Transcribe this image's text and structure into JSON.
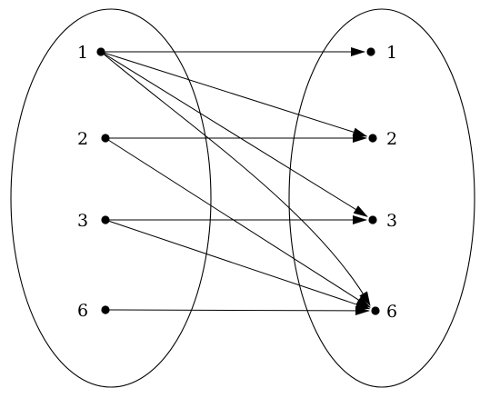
{
  "domain_set": {
    "elements": [
      {
        "id": "1",
        "label": "1"
      },
      {
        "id": "2",
        "label": "2"
      },
      {
        "id": "3",
        "label": "3"
      },
      {
        "id": "6",
        "label": "6"
      }
    ]
  },
  "codomain_set": {
    "elements": [
      {
        "id": "1",
        "label": "1"
      },
      {
        "id": "2",
        "label": "2"
      },
      {
        "id": "3",
        "label": "3"
      },
      {
        "id": "6",
        "label": "6"
      }
    ]
  },
  "relation": [
    {
      "from": "1",
      "to": "1"
    },
    {
      "from": "1",
      "to": "2"
    },
    {
      "from": "1",
      "to": "3"
    },
    {
      "from": "1",
      "to": "6"
    },
    {
      "from": "2",
      "to": "2"
    },
    {
      "from": "2",
      "to": "6"
    },
    {
      "from": "3",
      "to": "3"
    },
    {
      "from": "3",
      "to": "6"
    },
    {
      "from": "6",
      "to": "6"
    }
  ],
  "colors": {
    "stroke": "#000000",
    "background": "#ffffff"
  }
}
